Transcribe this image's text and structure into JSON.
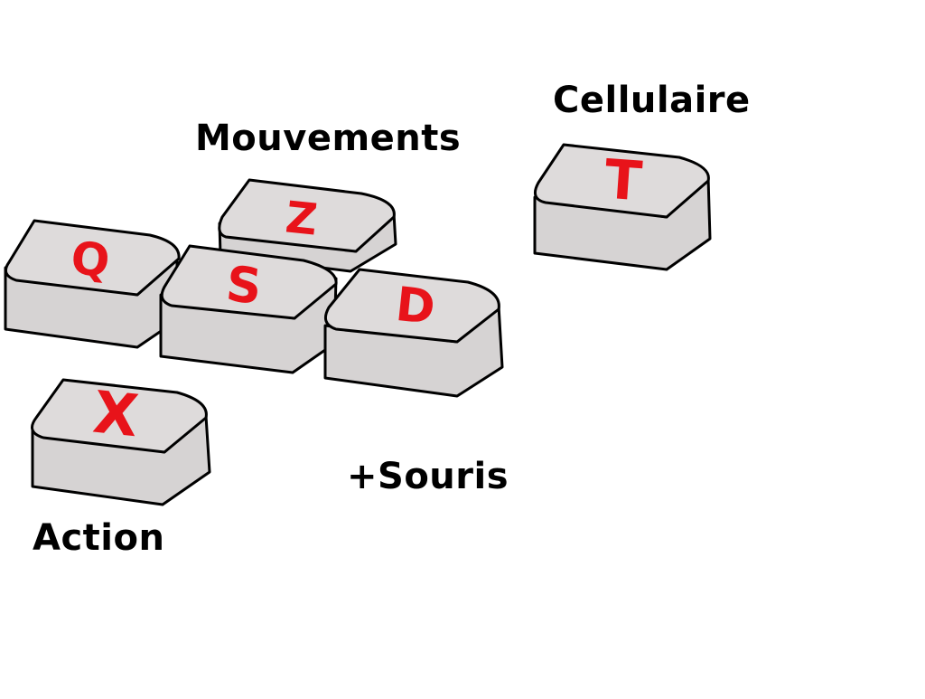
{
  "colors": {
    "background": "#ffffff",
    "key_top": "#dedbdb",
    "key_side": "#d6d3d3",
    "key_outline": "#000000",
    "letter": "#e8131a",
    "caption": "#000000"
  },
  "labels": {
    "movement": "Mouvements",
    "phone": "Cellulaire",
    "action": "Action",
    "mouse": "+Souris"
  },
  "keys": {
    "z": {
      "letter": "Z",
      "icon": "keycap"
    },
    "q": {
      "letter": "Q",
      "icon": "keycap"
    },
    "s": {
      "letter": "S",
      "icon": "keycap"
    },
    "d": {
      "letter": "D",
      "icon": "keycap"
    },
    "t": {
      "letter": "T",
      "icon": "keycap"
    },
    "x": {
      "letter": "X",
      "icon": "keycap"
    }
  }
}
